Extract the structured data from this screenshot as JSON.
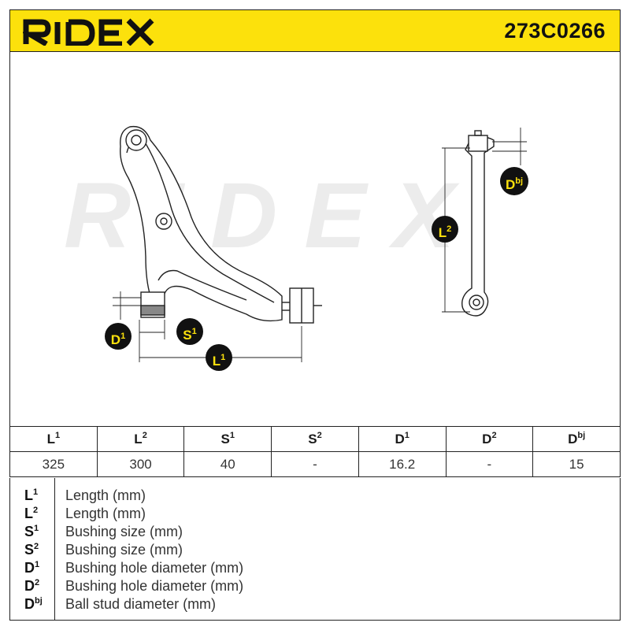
{
  "header": {
    "brand": "RIDEX",
    "part_number": "273C0266",
    "brand_color": "#fce10c"
  },
  "watermark": "RIDEX",
  "drawing": {
    "callouts": [
      {
        "base": "D",
        "sup": "1"
      },
      {
        "base": "S",
        "sup": "1"
      },
      {
        "base": "L",
        "sup": "1"
      },
      {
        "base": "L",
        "sup": "2"
      },
      {
        "base": "D",
        "sup": "bj"
      }
    ]
  },
  "table": {
    "headers": [
      {
        "base": "L",
        "sup": "1"
      },
      {
        "base": "L",
        "sup": "2"
      },
      {
        "base": "S",
        "sup": "1"
      },
      {
        "base": "S",
        "sup": "2"
      },
      {
        "base": "D",
        "sup": "1"
      },
      {
        "base": "D",
        "sup": "2"
      },
      {
        "base": "D",
        "sup": "bj"
      }
    ],
    "values": [
      "325",
      "300",
      "40",
      "-",
      "16.2",
      "-",
      "15"
    ]
  },
  "legend": [
    {
      "base": "L",
      "sup": "1",
      "text": "Length (mm)"
    },
    {
      "base": "L",
      "sup": "2",
      "text": "Length (mm)"
    },
    {
      "base": "S",
      "sup": "1",
      "text": "Bushing size (mm)"
    },
    {
      "base": "S",
      "sup": "2",
      "text": "Bushing size (mm)"
    },
    {
      "base": "D",
      "sup": "1",
      "text": "Bushing hole diameter (mm)"
    },
    {
      "base": "D",
      "sup": "2",
      "text": "Bushing hole diameter (mm)"
    },
    {
      "base": "D",
      "sup": "bj",
      "text": "Ball stud diameter (mm)"
    }
  ]
}
